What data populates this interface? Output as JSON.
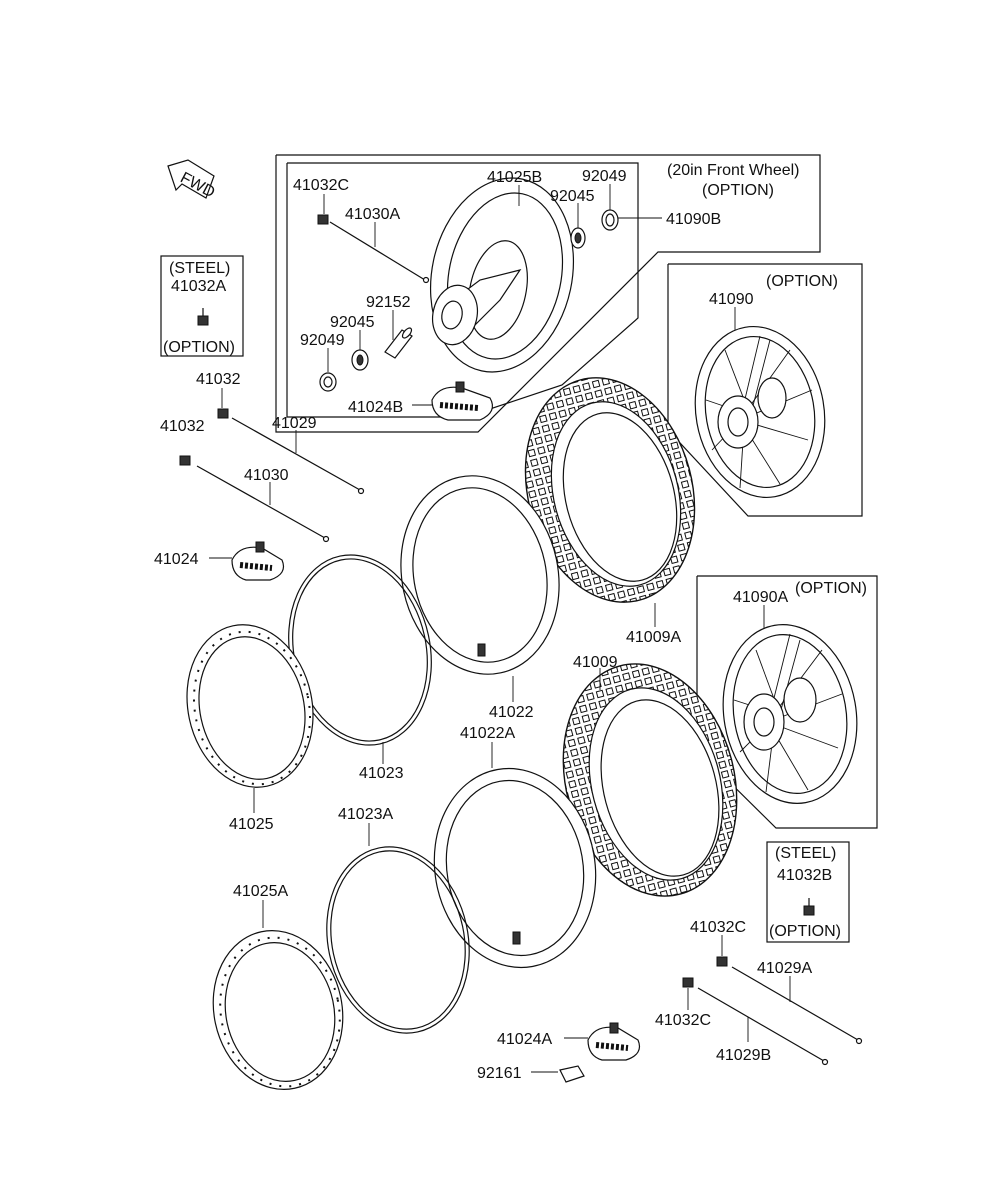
{
  "diagram": {
    "fwd_label": "FWD",
    "box_front_wheel": {
      "title_line1": "(20in Front Wheel)",
      "title_line2": "(OPTION)"
    },
    "box_41090": {
      "title": "(OPTION)"
    },
    "box_41090a": {
      "title": "(OPTION)"
    },
    "steel_box_a": {
      "line1": "(STEEL)",
      "line2": "41032A",
      "line3": "(OPTION)"
    },
    "steel_box_b": {
      "line1": "(STEEL)",
      "line2": "41032B",
      "line3": "(OPTION)"
    },
    "labels": {
      "p41032C_top": "41032C",
      "p41025B": "41025B",
      "p92049_top": "92049",
      "p92045_top": "92045",
      "p41090B": "41090B",
      "p41030A": "41030A",
      "p92152": "92152",
      "p92045_left": "92045",
      "p92049_left": "92049",
      "p41024B": "41024B",
      "p41090": "41090",
      "p41032_a": "41032",
      "p41032_b": "41032",
      "p41029": "41029",
      "p41030": "41030",
      "p41024": "41024",
      "p41009A": "41009A",
      "p41090A": "41090A",
      "p41009": "41009",
      "p41022": "41022",
      "p41022A": "41022A",
      "p41023": "41023",
      "p41025": "41025",
      "p41023A": "41023A",
      "p41025A": "41025A",
      "p41032C_right1": "41032C",
      "p41029A": "41029A",
      "p41032C_right2": "41032C",
      "p41029B": "41029B",
      "p41024A": "41024A",
      "p92161": "92161"
    }
  }
}
